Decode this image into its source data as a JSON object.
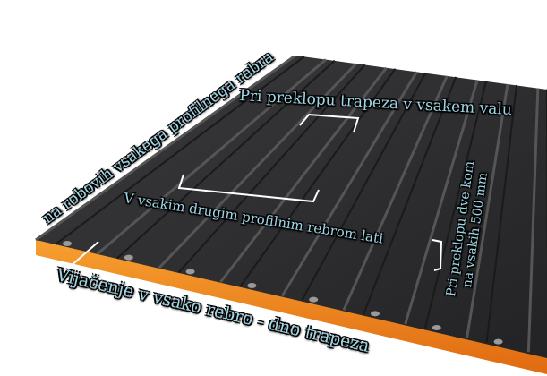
{
  "labels": {
    "edges": "na robovih vsakega profilnega rebra",
    "overlap_wave": "Pri preklopu trapeza v vsakem valu",
    "every_second": "V vsakim drugim profilnim rebrom lati",
    "overlap_500_line1": "Pri preklopu dve kom",
    "overlap_500_line2": "na vsakih 500 mm",
    "bottom": "Vijačenje v vsako rebro - dno trapeza"
  },
  "colors": {
    "sheet": "#2e2e30",
    "foam": "#f28a1a",
    "label": "#9fd6e6",
    "leader": "#ffffff"
  }
}
